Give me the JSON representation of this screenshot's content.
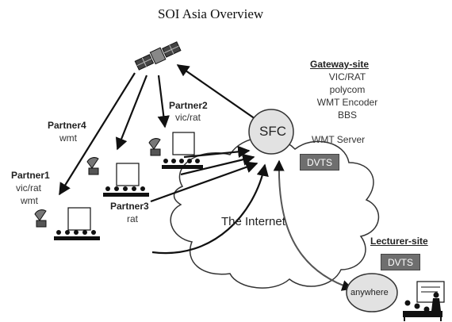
{
  "title": "SOI Asia Overview",
  "gateway": {
    "heading": "Gateway-site",
    "items": [
      "VIC/RAT",
      "polycom",
      "WMT Encoder",
      "BBS",
      "WMT Server"
    ]
  },
  "sfc_label": "SFC",
  "internet_label": "The Internet",
  "dvts_label": "DVTS",
  "partners": [
    {
      "name": "Partner2",
      "lines": [
        "vic/rat"
      ]
    },
    {
      "name": "Partner4",
      "lines": [
        "wmt"
      ]
    },
    {
      "name": "Partner1",
      "lines": [
        "vic/rat",
        "wmt"
      ]
    },
    {
      "name": "Partner3",
      "lines": [
        "rat"
      ]
    }
  ],
  "lecturer": {
    "heading": "Lecturer-site",
    "dvts_label": "DVTS",
    "location_label": "anywhere"
  },
  "colors": {
    "dvts_box": "#6f6f6f",
    "sfc_fill": "#e2e2e2",
    "cloud_fill": "#ffffff",
    "line": "#111111"
  },
  "icons": [
    "satellite-icon",
    "satellite-dish-icon",
    "classroom-screen-icon",
    "audience-row-icon",
    "lecturer-presenter-icon"
  ]
}
